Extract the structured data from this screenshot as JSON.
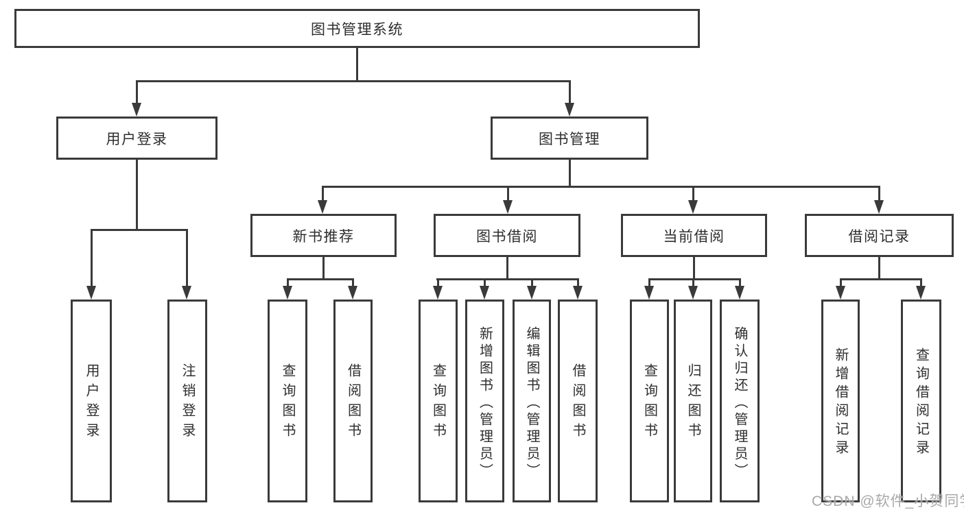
{
  "diagram": {
    "nodes": {
      "root": "图书管理系统",
      "user_login": "用户登录",
      "book_mgmt": "图书管理",
      "login_user": "用户登录",
      "login_logout": "注销登录",
      "new_rec": "新书推荐",
      "book_borrow": "图书借阅",
      "current_borrow": "当前借阅",
      "borrow_records": "借阅记录",
      "rec_query": "查询图书",
      "rec_borrow": "借阅图书",
      "bb_query": "查询图书",
      "bb_add": "新增图书（管理员）",
      "bb_edit": "编辑图书（管理员）",
      "bb_borrow": "借阅图书",
      "cb_query": "查询图书",
      "cb_return": "归还图书",
      "cb_confirm": "确认归还（管理员）",
      "br_add": "新增借阅记录",
      "br_query": "查询借阅记录"
    },
    "colors": {
      "line": "#3a3a3a",
      "text": "#2e2e2e",
      "background": "#ffffff",
      "watermark": "#9e9e9e"
    }
  },
  "watermark": {
    "text": "CSDN @软件_小贺同学"
  }
}
